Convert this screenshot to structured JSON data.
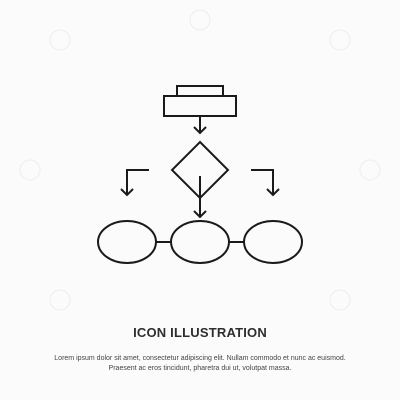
{
  "caption": {
    "title": "ICON ILLUSTRATION",
    "line1": "Lorem ipsum dolor sit amet, consectetur adipiscing elit. Nullam commodo et nunc ac euismod.",
    "line2": "Praesent ac eros tincidunt, pharetra dui ut, volutpat massa."
  },
  "icon": {
    "name": "flowchart-algorithm-icon",
    "stroke_color": "#1a1a1a",
    "background_color": "#fbfbfb"
  },
  "watermark": {
    "name": "stock-watermark-pattern"
  }
}
